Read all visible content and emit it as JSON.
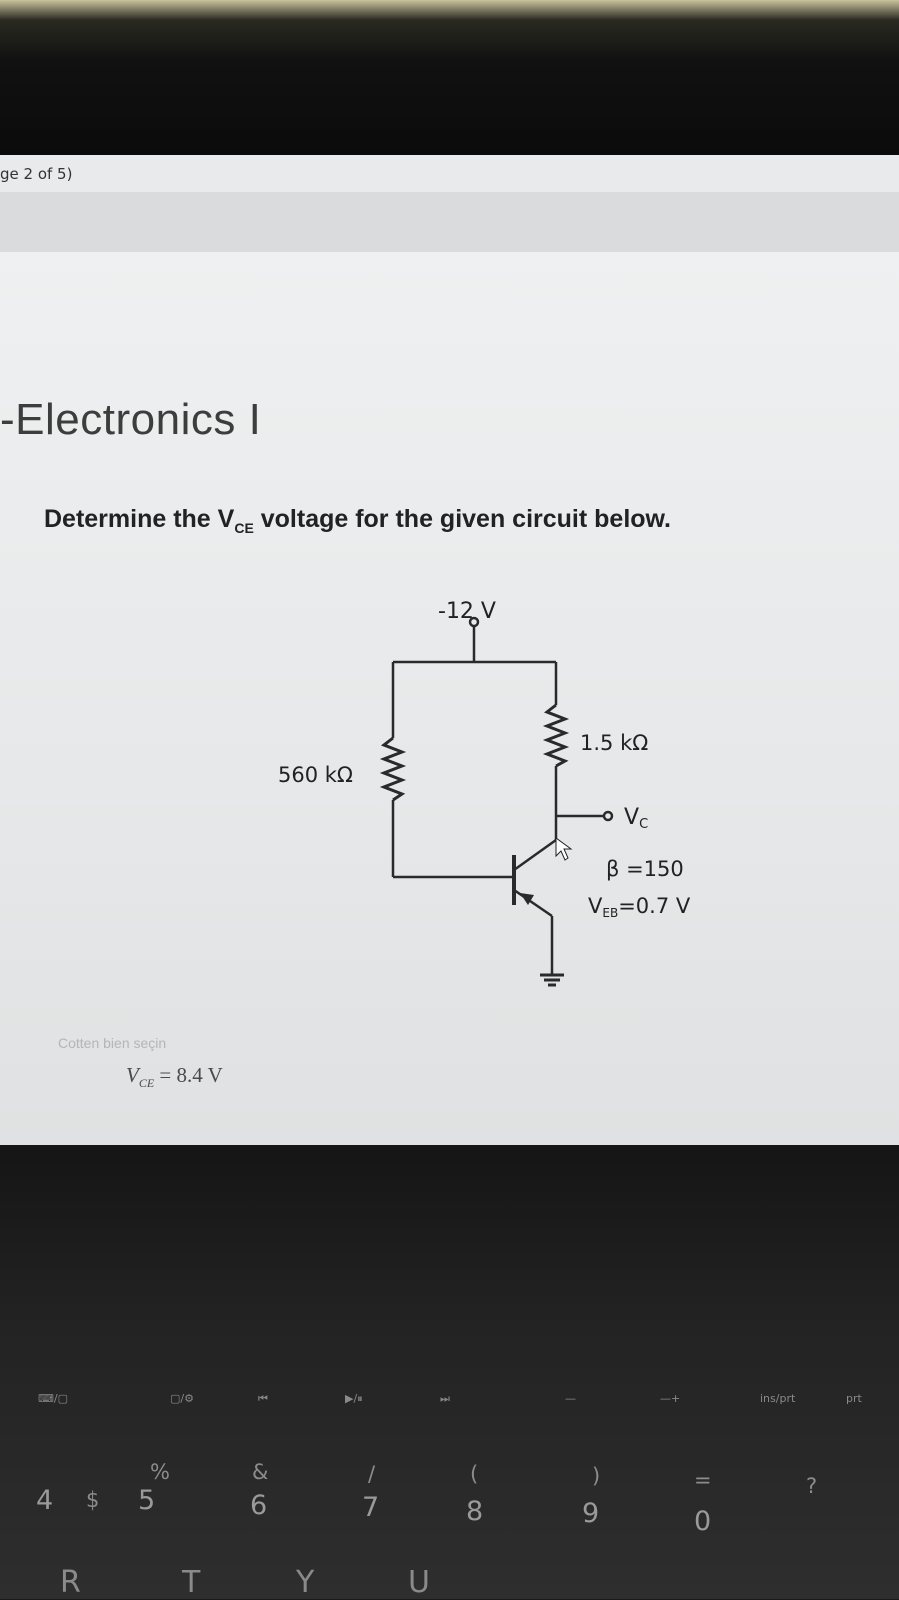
{
  "page_indicator": "ge 2 of 5)",
  "course_title": "-Electronics I",
  "question": {
    "prefix": "Determine the V",
    "subscript": "CE",
    "suffix": " voltage for the given circuit below."
  },
  "circuit": {
    "supply_label": "-12 V",
    "rb_label": "560 kΩ",
    "rc_label": "1.5 kΩ",
    "vc_main": "V",
    "vc_sub": "C",
    "beta_label": "β =150",
    "veb_main": "V",
    "veb_sub": "EB",
    "veb_value": "=0.7 V"
  },
  "answer": {
    "label": "Cotten bien seçin",
    "var_main": "V",
    "var_sub": "CE",
    "value": " = 8.4 V"
  },
  "keyboard": {
    "fkeys": [
      "⌨/▢",
      "▢/⚙",
      "⏮",
      "▶/⏸",
      "⏭",
      "—",
      "—+",
      "ins/prt",
      "prt"
    ],
    "numbers": [
      "4",
      "5",
      "6",
      "7",
      "8",
      "9",
      "0"
    ],
    "symbols": [
      "$",
      "%",
      "&",
      "/",
      "(",
      ")",
      "=",
      "?"
    ],
    "letters": [
      "R",
      "T",
      "Y",
      "U"
    ]
  },
  "colors": {
    "screen_bg": "#e9eaeb",
    "text_dark": "#222222",
    "wire": "#2a2a2a"
  }
}
